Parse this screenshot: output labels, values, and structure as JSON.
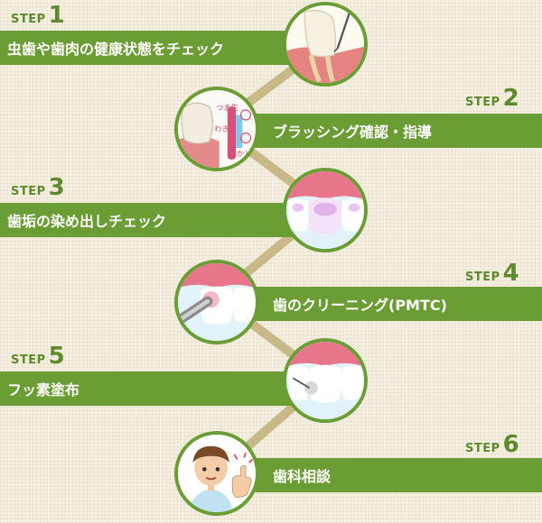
{
  "steps": [
    {
      "step_word": "STEP",
      "num": "1",
      "title": "虫歯や歯肉の健康状態をチェック"
    },
    {
      "step_word": "STEP",
      "num": "2",
      "title": "ブラッシング確認・指導"
    },
    {
      "step_word": "STEP",
      "num": "3",
      "title": "歯垢の染め出しチェック"
    },
    {
      "step_word": "STEP",
      "num": "4",
      "title": "歯のクリーニング(PMTC)"
    },
    {
      "step_word": "STEP",
      "num": "5",
      "title": "フッ素塗布"
    },
    {
      "step_word": "STEP",
      "num": "6",
      "title": "歯科相談"
    }
  ],
  "illustration_text": {
    "brush_label_1": "つま先",
    "brush_label_2": "わき",
    "brush_label_3": "かかと"
  },
  "colors": {
    "green": "#6a9d33",
    "step_text": "#5d8a2c",
    "background": "#f4efe0",
    "connector": "#c9b989"
  }
}
